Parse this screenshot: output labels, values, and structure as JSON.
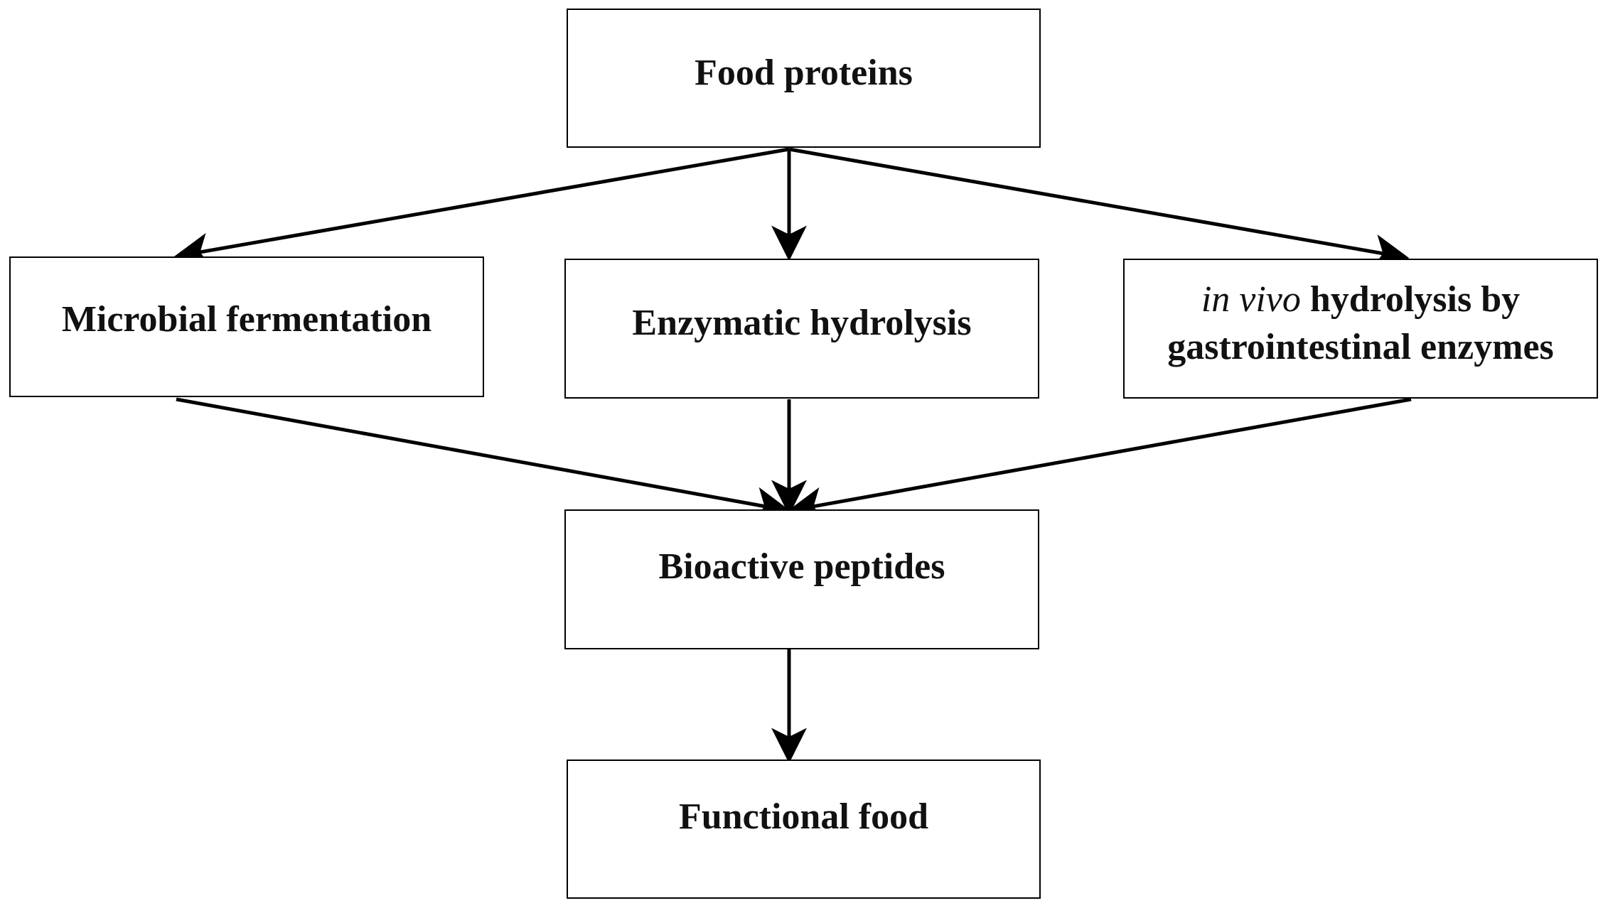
{
  "nodes": {
    "food_proteins": {
      "label": "Food proteins"
    },
    "microbial_fermentation": {
      "label": "Microbial fermentation"
    },
    "enzymatic_hydrolysis": {
      "label": "Enzymatic hydrolysis"
    },
    "in_vivo": {
      "label_italic": "in vivo",
      "label_line1_rest": " hydrolysis by",
      "label_line2": "gastrointestinal enzymes"
    },
    "bioactive_peptides": {
      "label": "Bioactive peptides"
    },
    "functional_food": {
      "label": "Functional food"
    }
  },
  "edges": [
    {
      "from": "Food proteins",
      "to": "Microbial fermentation"
    },
    {
      "from": "Food proteins",
      "to": "Enzymatic hydrolysis"
    },
    {
      "from": "Food proteins",
      "to": "in vivo hydrolysis by gastrointestinal enzymes"
    },
    {
      "from": "Microbial fermentation",
      "to": "Bioactive peptides"
    },
    {
      "from": "Enzymatic hydrolysis",
      "to": "Bioactive peptides"
    },
    {
      "from": "in vivo hydrolysis by gastrointestinal enzymes",
      "to": "Bioactive peptides"
    },
    {
      "from": "Bioactive peptides",
      "to": "Functional food"
    }
  ],
  "colors": {
    "stroke": "#000000",
    "text": "#111111",
    "background": "#ffffff"
  }
}
